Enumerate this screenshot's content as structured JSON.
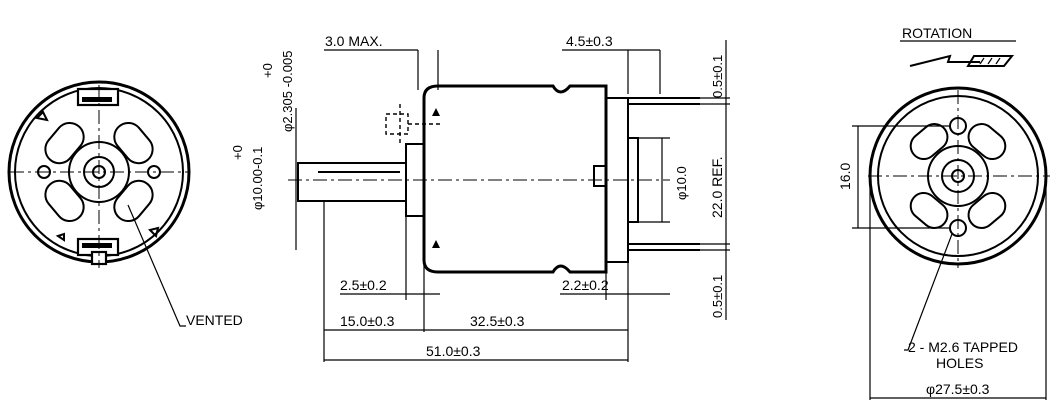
{
  "labels": {
    "max_3": "3.0 MAX.",
    "d_4_5": "4.5±0.3",
    "shaft_dia": "2.305 -0.005",
    "shaft_tol": "+0",
    "body_tol": "+0",
    "body_dia": "10.00-0.1",
    "phi": "φ",
    "d_2_5": "2.5±0.2",
    "d_15": "15.0±0.3",
    "d_32_5": "32.5±0.3",
    "d_51": "51.0±0.3",
    "d_2_2": "2.2±0.2",
    "d_0_5_top": "0.5±0.1",
    "d_0_5_bot": "0.5±0.1",
    "d_22_ref": "22.0 REF.",
    "d_10": "φ10.0",
    "vented": "VENTED",
    "rotation": "ROTATION",
    "d_16": "16.0",
    "tapped_1": "2 - M2.6 TAPPED",
    "tapped_2": "HOLES",
    "d_27_5": "φ27.5±0.3"
  }
}
